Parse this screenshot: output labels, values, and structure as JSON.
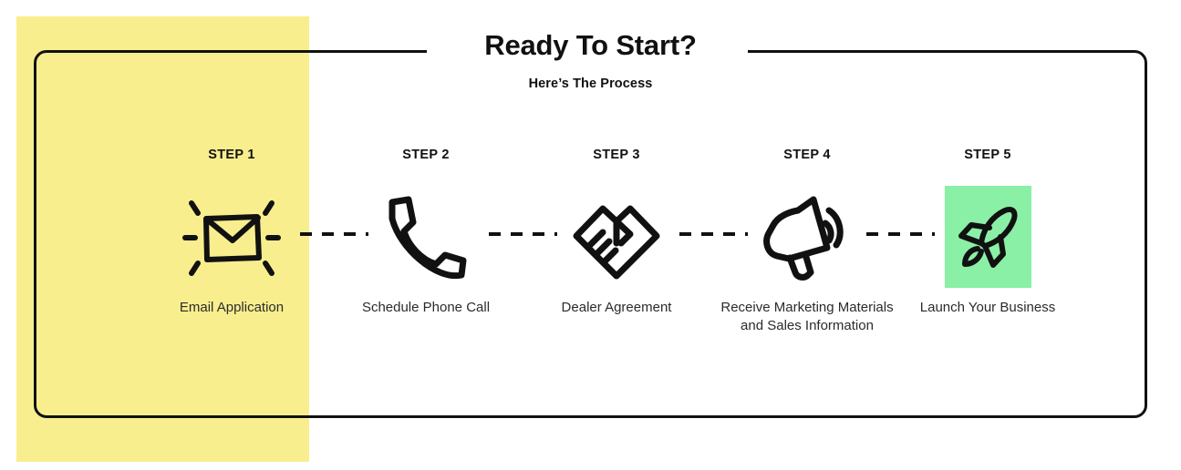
{
  "header": {
    "title": "Ready To Start?",
    "subtitle": "Here’s The Process"
  },
  "colors": {
    "highlight_yellow": "#F9EE8E",
    "highlight_green": "#8AF0A6",
    "ink": "#111111",
    "caption_text": "#2b2b2b",
    "background": "#ffffff"
  },
  "steps": [
    {
      "label": "STEP 1",
      "caption": "Email Application",
      "icon": "envelope-shine-icon",
      "highlight": "yellow"
    },
    {
      "label": "STEP 2",
      "caption": "Schedule Phone Call",
      "icon": "phone-handset-icon",
      "highlight": "none"
    },
    {
      "label": "STEP 3",
      "caption": "Dealer Agreement",
      "icon": "handshake-icon",
      "highlight": "none"
    },
    {
      "label": "STEP 4",
      "caption": "Receive Marketing Materials and Sales Information",
      "icon": "megaphone-icon",
      "highlight": "none"
    },
    {
      "label": "STEP 5",
      "caption": "Launch Your Business",
      "icon": "rocket-icon",
      "highlight": "green"
    }
  ]
}
